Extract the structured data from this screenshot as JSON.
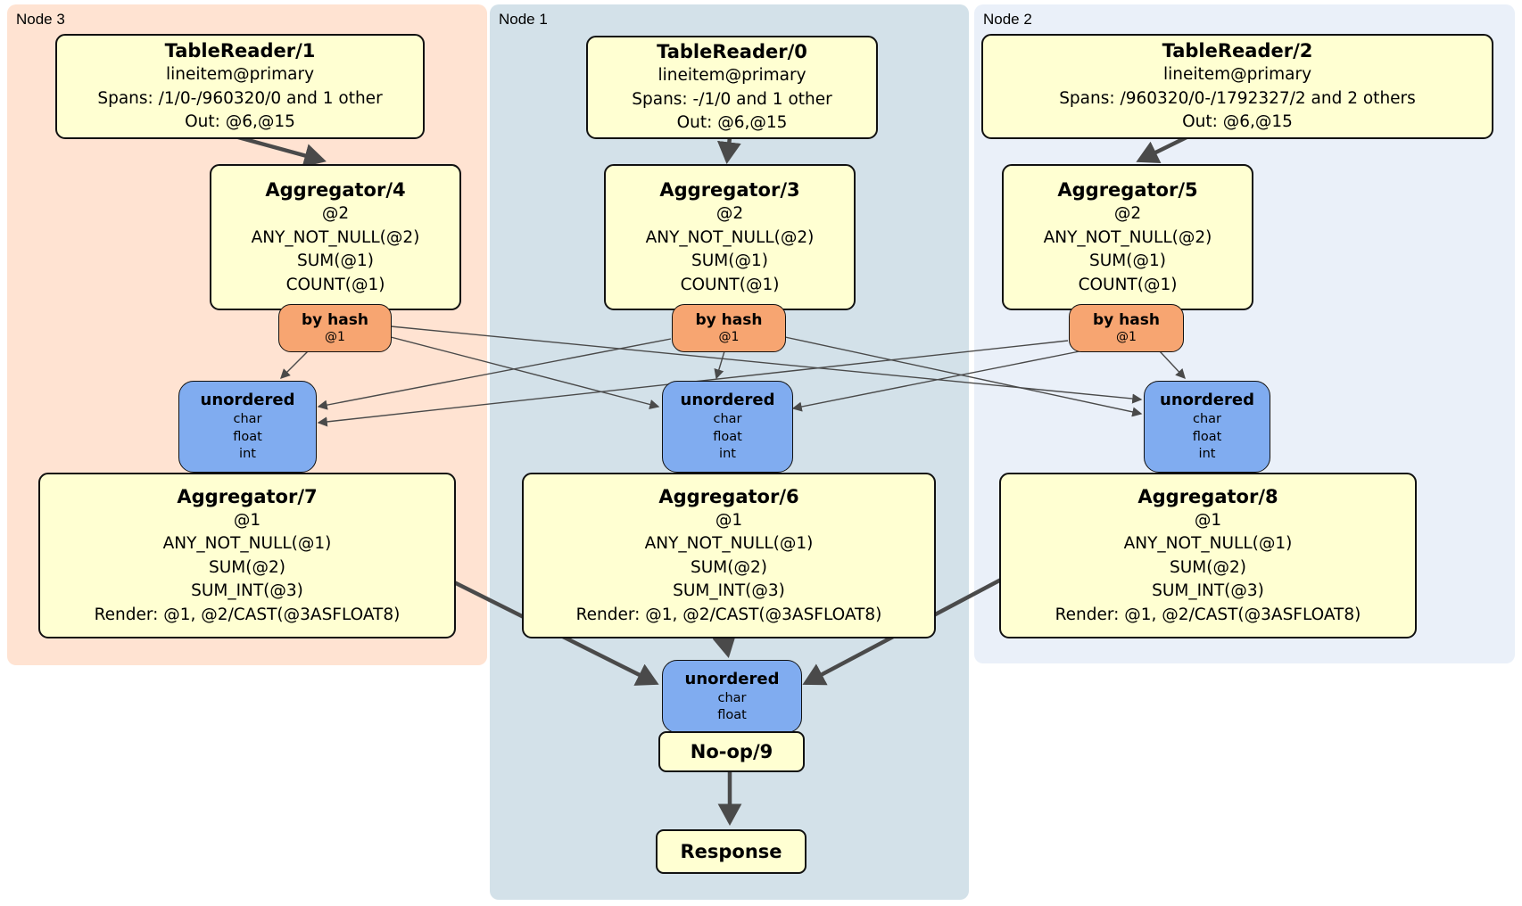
{
  "regions": [
    {
      "label": "Node 3"
    },
    {
      "label": "Node 1"
    },
    {
      "label": "Node 2"
    }
  ],
  "boxes": {
    "tr1": {
      "title": "TableReader/1",
      "lines": [
        "lineitem@primary",
        "Spans: /1/0-/960320/0 and 1 other",
        "Out: @6,@15"
      ]
    },
    "tr0": {
      "title": "TableReader/0",
      "lines": [
        "lineitem@primary",
        "Spans: -/1/0 and 1 other",
        "Out: @6,@15"
      ]
    },
    "tr2": {
      "title": "TableReader/2",
      "lines": [
        "lineitem@primary",
        "Spans: /960320/0-/1792327/2 and 2 others",
        "Out: @6,@15"
      ]
    },
    "agg4": {
      "title": "Aggregator/4",
      "lines": [
        "@2",
        "ANY_NOT_NULL(@2)",
        "SUM(@1)",
        "COUNT(@1)"
      ]
    },
    "agg3": {
      "title": "Aggregator/3",
      "lines": [
        "@2",
        "ANY_NOT_NULL(@2)",
        "SUM(@1)",
        "COUNT(@1)"
      ]
    },
    "agg5": {
      "title": "Aggregator/5",
      "lines": [
        "@2",
        "ANY_NOT_NULL(@2)",
        "SUM(@1)",
        "COUNT(@1)"
      ]
    },
    "bh4": {
      "title": "by hash",
      "lines": [
        "@1"
      ]
    },
    "bh3": {
      "title": "by hash",
      "lines": [
        "@1"
      ]
    },
    "bh5": {
      "title": "by hash",
      "lines": [
        "@1"
      ]
    },
    "unL": {
      "title": "unordered",
      "lines": [
        "char",
        "float",
        "int"
      ]
    },
    "unC": {
      "title": "unordered",
      "lines": [
        "char",
        "float",
        "int"
      ]
    },
    "unR": {
      "title": "unordered",
      "lines": [
        "char",
        "float",
        "int"
      ]
    },
    "agg7": {
      "title": "Aggregator/7",
      "lines": [
        "@1",
        "ANY_NOT_NULL(@1)",
        "SUM(@2)",
        "SUM_INT(@3)",
        "Render: @1, @2/CAST(@3ASFLOAT8)"
      ]
    },
    "agg6": {
      "title": "Aggregator/6",
      "lines": [
        "@1",
        "ANY_NOT_NULL(@1)",
        "SUM(@2)",
        "SUM_INT(@3)",
        "Render: @1, @2/CAST(@3ASFLOAT8)"
      ]
    },
    "agg8": {
      "title": "Aggregator/8",
      "lines": [
        "@1",
        "ANY_NOT_NULL(@1)",
        "SUM(@2)",
        "SUM_INT(@3)",
        "Render: @1, @2/CAST(@3ASFLOAT8)"
      ]
    },
    "unB": {
      "title": "unordered",
      "lines": [
        "char",
        "float"
      ]
    },
    "noop": {
      "title": "No-op/9"
    },
    "resp": {
      "title": "Response"
    }
  },
  "colors": {
    "node3_bg": "#FFE3D2",
    "node1_bg": "#D3E1E9",
    "node2_bg": "#EAF0F9",
    "processor_bg": "#FFFFD2",
    "router_bg": "#F7A571",
    "sync_bg": "#80ACF0",
    "edge": "#4A4A4A"
  }
}
